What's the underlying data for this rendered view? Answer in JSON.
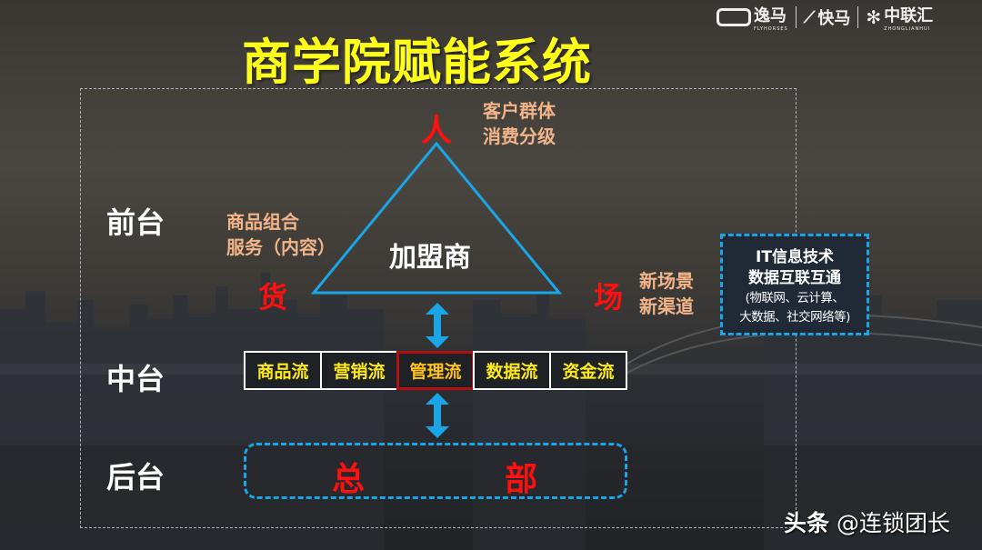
{
  "header": {
    "title": "商学院赋能系统",
    "logos": [
      {
        "name": "逸马",
        "sub": "FLYHORSES"
      },
      {
        "name": "快马",
        "sub": ""
      },
      {
        "name": "中联汇",
        "sub": "ZHONGLIANHUI"
      }
    ]
  },
  "tiers": {
    "front": "前台",
    "middle": "中台",
    "back": "后台"
  },
  "triangle": {
    "center": "加盟商",
    "top_label": "人",
    "top_desc": [
      "客户群体",
      "消费分级"
    ],
    "left_label": "货",
    "left_desc": [
      "商品组合",
      "服务（内容）"
    ],
    "right_label": "场",
    "right_desc": [
      "新场景",
      "新渠道"
    ],
    "stroke_color": "#1aa6e6"
  },
  "it_box": {
    "line1": "IT信息技术",
    "line2": "数据互联互通",
    "line3": "(物联网、云计算、",
    "line4": "大数据、社交网络等)"
  },
  "flows": [
    {
      "label": "商品流",
      "active": false
    },
    {
      "label": "营销流",
      "active": false
    },
    {
      "label": "管理流",
      "active": true
    },
    {
      "label": "数据流",
      "active": false
    },
    {
      "label": "资金流",
      "active": false
    }
  ],
  "headquarters": {
    "char1": "总",
    "char2": "部"
  },
  "watermark": {
    "platform": "头条",
    "handle": "@连锁团长"
  },
  "colors": {
    "title": "#ffff1a",
    "accent_blue": "#1aa6e6",
    "accent_red": "#ff1010",
    "orange_text": "#f2b58a",
    "flow_text": "#ffe91a",
    "active_border": "#b01010"
  }
}
